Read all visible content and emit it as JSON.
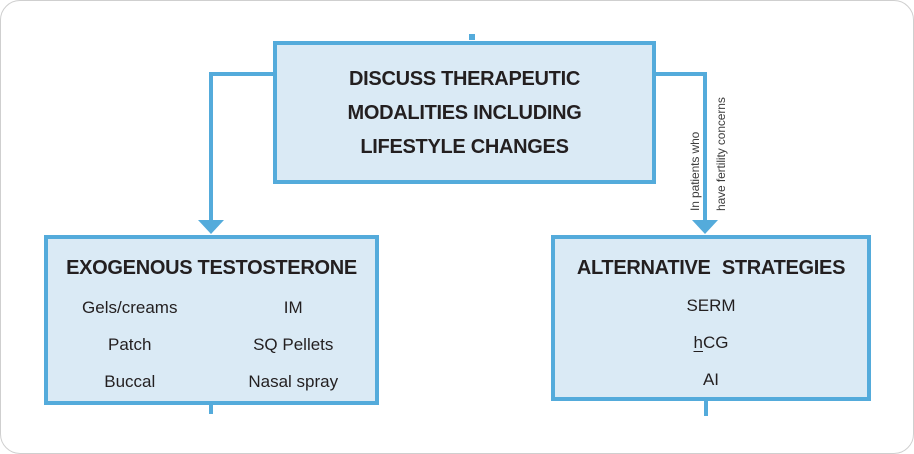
{
  "figure": {
    "type": "flowchart",
    "colors": {
      "connector_line": "#54abdb",
      "box_border": "#54abdb",
      "box_fill": "#daeaf5",
      "text": "#231f20",
      "annotation_text": "#3d3d3d",
      "background": "#ffffff"
    },
    "top_box": {
      "lines": [
        "DISCUSS THERAPEUTIC",
        "MODALITIES INCLUDING",
        "LIFESTYLE CHANGES"
      ]
    },
    "left_box": {
      "title": "EXOGENOUS TESTOSTERONE",
      "column1": [
        "Gels/creams",
        "Patch",
        "Buccal"
      ],
      "column2": [
        "IM",
        "SQ Pellets",
        "Nasal spray"
      ]
    },
    "right_box": {
      "title": "ALTERNATIVE STRATEGIES",
      "items": [
        "SERM",
        "hCG",
        "AI"
      ],
      "hcg_underlined_part": "h",
      "hcg_rest": "CG"
    },
    "right_branch_annotation": {
      "lines": [
        "In patients who",
        "have fertility concerns"
      ]
    }
  }
}
